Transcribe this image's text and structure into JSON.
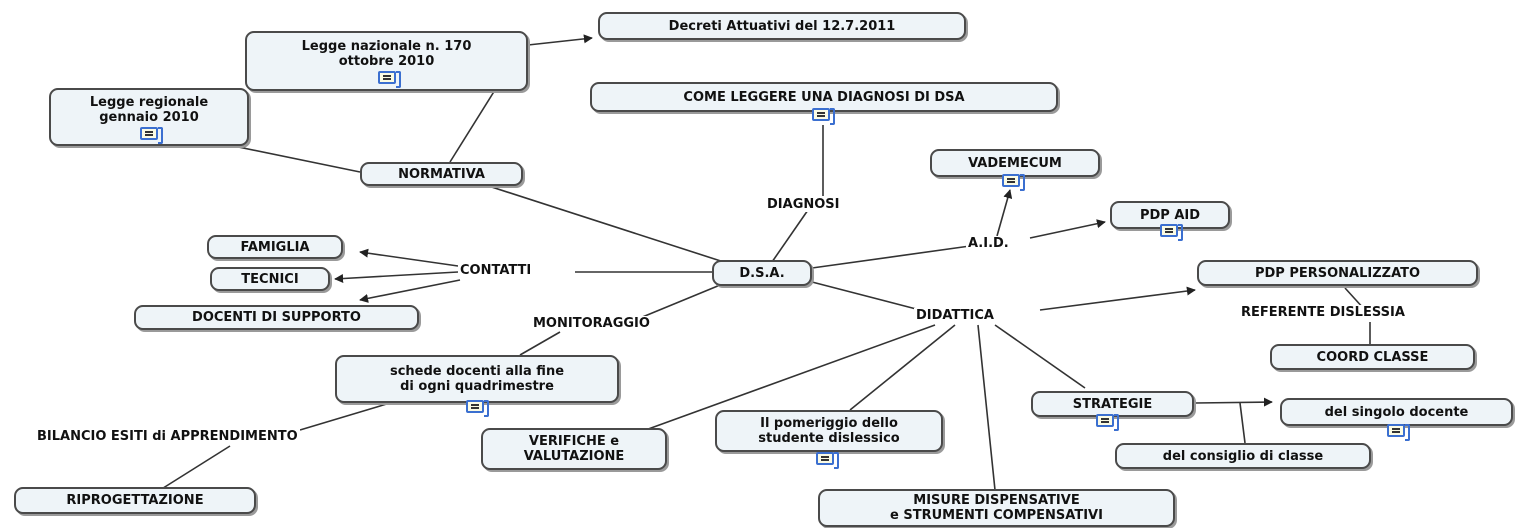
{
  "nodes": {
    "decreti": "Decreti Attuativi del 12.7.2011",
    "legge_nazionale_1": "Legge nazionale n. 170",
    "legge_nazionale_2": "ottobre 2010",
    "legge_regionale_1": "Legge regionale",
    "legge_regionale_2": "gennaio 2010",
    "come_leggere": "COME LEGGERE UNA DIAGNOSI DI DSA",
    "vademecum": "VADEMECUM",
    "pdp_aid": "PDP AID",
    "normativa": "NORMATIVA",
    "famiglia": "FAMIGLIA",
    "tecnici": "TECNICI",
    "docenti_supporto": "DOCENTI DI SUPPORTO",
    "dsa": "D.S.A.",
    "pdp_personalizzato": "PDP PERSONALIZZATO",
    "coord_classe": "COORD CLASSE",
    "schede_1": "schede docenti alla fine",
    "schede_2": "di ogni quadrimestre",
    "strategie": "STRATEGIE",
    "singolo_docente": "del singolo docente",
    "consiglio_classe": "del consiglio di classe",
    "pomeriggio_1": "Il pomeriggio dello",
    "pomeriggio_2": "studente dislessico",
    "verifiche_1": "VERIFICHE e",
    "verifiche_2": "VALUTAZIONE",
    "riprogettazione": "RIPROGETTAZIONE",
    "misure_1": "MISURE DISPENSATIVE",
    "misure_2": "e STRUMENTI COMPENSATIVI"
  },
  "labels": {
    "diagnosi": "DIAGNOSI",
    "aid": "A.I.D.",
    "contatti": "CONTATTI",
    "monitoraggio": "MONITORAGGIO",
    "didattica": "DIDATTICA",
    "referente": "REFERENTE DISLESSIA",
    "bilancio": "BILANCIO ESITI di APPRENDIMENTO"
  },
  "icons": [
    "document-icon"
  ]
}
